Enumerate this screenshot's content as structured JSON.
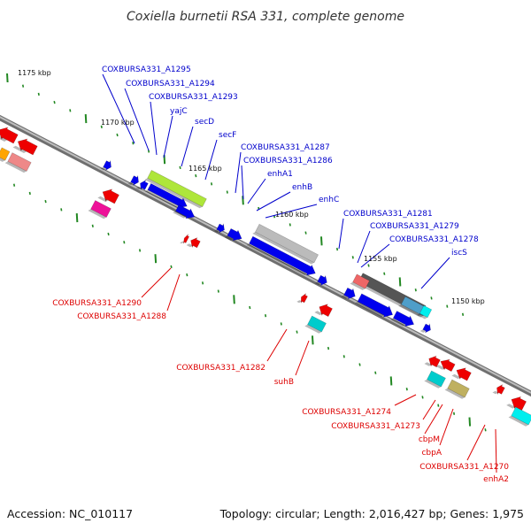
{
  "title": "Coxiella burnetii RSA 331, complete genome",
  "accession": "Accession: NC_010117",
  "summary": "Topology: circular; Length: 2,016,427 bp; Genes: 1,975",
  "ticks": [
    "1175 kbp",
    "1170 kbp",
    "1165 kbp",
    "1160 kbp",
    "1155 kbp",
    "1150 kbp"
  ],
  "labels_forward": [
    "COXBURSA331_A1295",
    "COXBURSA331_A1294",
    "COXBURSA331_A1293",
    "yajC",
    "secD",
    "secF",
    "COXBURSA331_A1287",
    "COXBURSA331_A1286",
    "enhA1",
    "enhB",
    "enhC",
    "COXBURSA331_A1281",
    "COXBURSA331_A1279",
    "COXBURSA331_A1278",
    "iscS"
  ],
  "labels_reverse": [
    "COXBURSA331_A1290",
    "COXBURSA331_A1288",
    "COXBURSA331_A1282",
    "suhB",
    "COXBURSA331_A1274",
    "COXBURSA331_A1273",
    "cbpM",
    "cbpA",
    "COXBURSA331_A1270",
    "enhA2"
  ],
  "colors": {
    "backbone": "#8a8a8a",
    "forward_label": "#0000cc",
    "reverse_label": "#dd0000",
    "forward_gene": "#0000ee",
    "reverse_gene": "#ee0000",
    "tick": "#228822"
  }
}
